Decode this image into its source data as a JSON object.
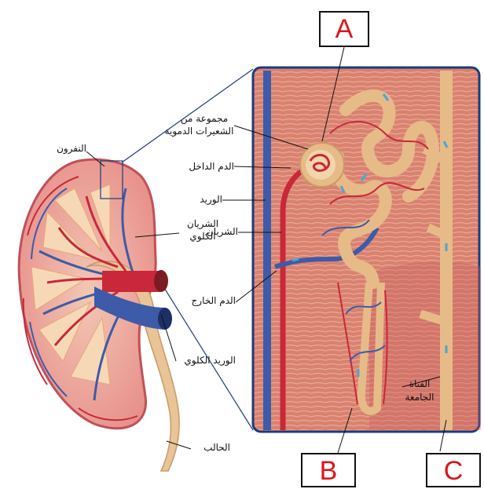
{
  "labels": {
    "nephron": "النفرون",
    "capillaries_line1": "مجموعة من",
    "capillaries_line2": "الشعيرات الدموية",
    "blood_in": "الدم الداخل",
    "vein": "الوريد",
    "artery": "الشريان",
    "renal_artery_line1": "الشريان",
    "renal_artery_line2": "الكلوي",
    "blood_out": "الدم الخارج",
    "renal_vein": "الوريد الكلوي",
    "ureter": "الحالب",
    "collecting_duct_line1": "القناة",
    "collecting_duct_line2": "الجامعة"
  },
  "markers": {
    "a": "A",
    "b": "B",
    "c": "C"
  },
  "colors": {
    "marker_text": "#d9151b",
    "muscle": "#d9826f",
    "vessel_red": "#c8283a",
    "vessel_blue": "#3d5ba8",
    "tubule": "#e6bb88"
  }
}
